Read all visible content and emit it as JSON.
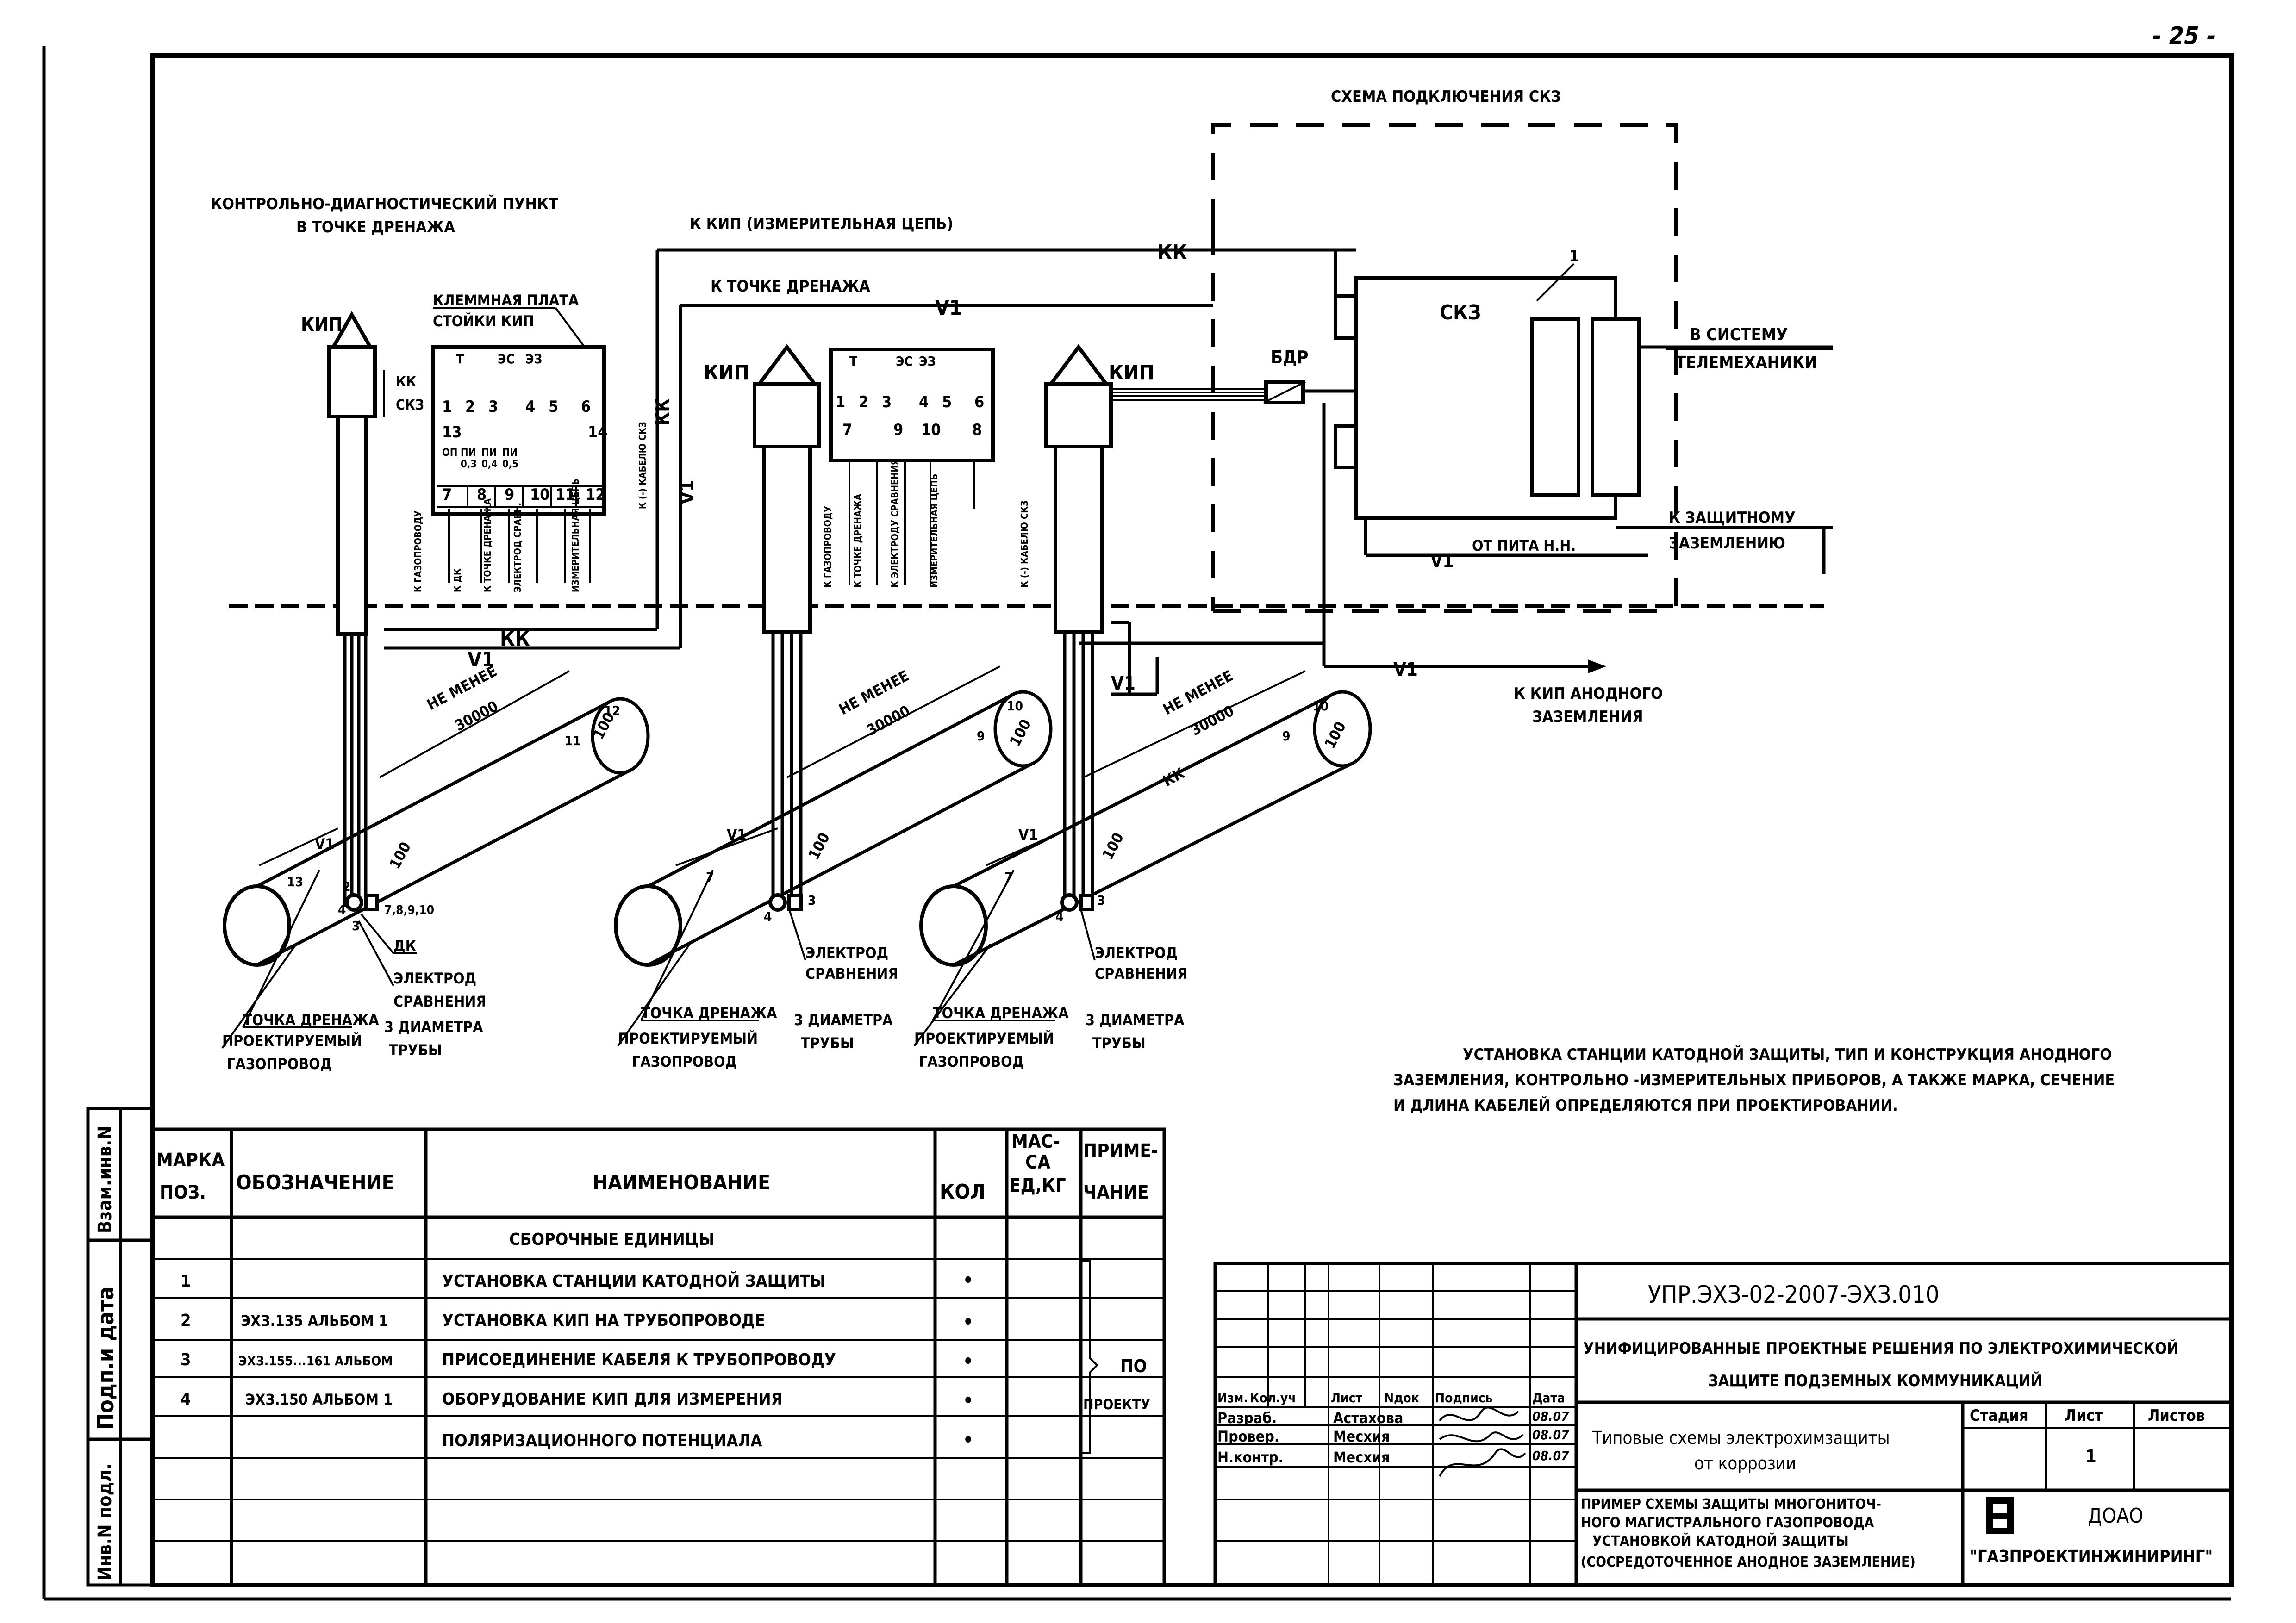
{
  "sheet_number": "- 25 -",
  "title_left": "КОНТРОЛЬНО-ДИАГНОСТИЧЕСКИЙ ПУНКТ",
  "title_left_2": "В ТОЧКЕ ДРЕНАЖА",
  "scheme_title": "СХЕМА ПОДКЛЮЧЕНИЯ СКЗ",
  "labels": {
    "kip": "КИП",
    "kk": "КК",
    "v1": "V1",
    "skz": "СКЗ",
    "bdr": "БДР",
    "to_kip_meas": "К КИП (ИЗМЕРИТЕЛЬНАЯ ЦЕПЬ)",
    "to_drain": "К ТОЧКЕ ДРЕНАЖА",
    "terminal_board": "КЛЕММНАЯ ПЛАТА",
    "terminal_board_2": "СТОЙКИ КИП",
    "to_telemech_1": "В СИСТЕМУ",
    "to_telemech_2": "ТЕЛЕМЕХАНИКИ",
    "to_ground_1": "К ЗАЩИТНОМУ",
    "to_ground_2": "ЗАЗЕМЛЕНИЮ",
    "from_power": "ОТ ПИТА Н.Н.",
    "to_anode_1": "К КИП АНОДНОГО",
    "to_anode_2": "ЗАЗЕМЛЕНИЯ",
    "not_less": "НЕ МЕНЕЕ",
    "dist": "30000",
    "d100": "100",
    "electrode_1": "ЭЛЕКТРОД",
    "electrode_2": "СРАВНЕНИЯ",
    "drain_point": "ТОЧКА ДРЕНАЖА",
    "designed_1": "ПРОЕКТИРУЕМЫЙ",
    "designed_2": "ГАЗОПРОВОД",
    "three_diam_1": "3 ДИАМЕТРА",
    "three_diam_2": "ТРУБЫ",
    "dk": "ДК",
    "pos_7_10": "7,8,9,10",
    "skz_kk": "СКЗ",
    "t": "Т",
    "zs": "ЭС",
    "ez": "ЭЗ"
  },
  "note": [
    "УСТАНОВКА СТАНЦИИ КАТОДНОЙ ЗАЩИТЫ, ТИП И КОНСТРУКЦИЯ АНОДНОГО",
    "ЗАЗЕМЛЕНИЯ, КОНТРОЛЬНО -ИЗМЕРИТЕЛЬНЫХ ПРИБОРОВ, А ТАКЖЕ МАРКА, СЕЧЕНИЕ",
    "И ДЛИНА КАБЕЛЕЙ ОПРЕДЕЛЯЮТСЯ ПРИ ПРОЕКТИРОВАНИИ."
  ],
  "spec": {
    "headers": [
      "МАРКА ПОЗ.",
      "ОБОЗНАЧЕНИЕ",
      "НАИМЕНОВАНИЕ",
      "КОЛ",
      "МАС-СА ЕД,КГ",
      "ПРИМЕ-ЧАНИЕ"
    ],
    "section": "СБОРОЧНЫЕ ЕДИНИЦЫ",
    "rows": [
      {
        "pos": "1",
        "code": "",
        "name": "УСТАНОВКА СТАНЦИИ КАТОДНОЙ ЗАЩИТЫ",
        "qty": "•"
      },
      {
        "pos": "2",
        "code": "ЭХЗ.135 АЛЬБОМ 1",
        "name": "УСТАНОВКА КИП НА ТРУБОПРОВОДЕ",
        "qty": "•"
      },
      {
        "pos": "3",
        "code": "ЭХЗ.155...161 АЛЬБОМ",
        "name": "ПРИСОЕДИНЕНИЕ КАБЕЛЯ К ТРУБОПРОВОДУ",
        "qty": "•"
      },
      {
        "pos": "4",
        "code": "ЭХЗ.150 АЛЬБОМ 1",
        "name": "ОБОРУДОВАНИЕ КИП ДЛЯ ИЗМЕРЕНИЯ",
        "qty": "•"
      },
      {
        "pos": "",
        "code": "",
        "name": "ПОЛЯРИЗАЦИОННОГО ПОТЕНЦИАЛА",
        "qty": ""
      }
    ],
    "note_1": "ПО",
    "note_2": "ПРОЕКТУ"
  },
  "side_stamp": [
    "Инв.N подл.",
    "Подп.и дата",
    "Взам.инв.N"
  ],
  "title_block": {
    "code": "УПР.ЭХЗ-02-2007-ЭХЗ.010",
    "doc_title_1": "УНИФИЦИРОВАННЫЕ ПРОЕКТНЫЕ РЕШЕНИЯ ПО ЭЛЕКТРОХИМИЧЕСКОЙ",
    "doc_title_2": "ЗАЩИТЕ ПОДЗЕМНЫХ КОММУНИКАЦИЙ",
    "col_heads": [
      "Изм.",
      "Кол.уч",
      "Лист",
      "Nдок",
      "Подпись",
      "Дата"
    ],
    "roles": [
      "Разраб.",
      "Провер.",
      "Н.контр."
    ],
    "names": [
      "Астахова",
      "Месхия",
      "Месхия"
    ],
    "dates": [
      "08.07",
      "08.07",
      "08.07"
    ],
    "sheet_title_1": "Типовые схемы электрохимзащиты",
    "sheet_title_2": "от коррозии",
    "stage_head": "Стадия",
    "sheet_head": "Лист",
    "sheets_head": "Листов",
    "sheet_value": "1",
    "desc": [
      "ПРИМЕР СХЕМЫ ЗАЩИТЫ МНОГОНИТОЧ-",
      "НОГО МАГИСТРАЛЬНОГО ГАЗОПРОВОДА",
      "УСТАНОВКОЙ КАТОДНОЙ ЗАЩИТЫ",
      "(СОСРЕДОТОЧЕННОЕ АНОДНОЕ ЗАЗЕМЛЕНИЕ)"
    ],
    "org_1": "ДОАО",
    "org_2": "\"ГАЗПРОЕКТИНЖИНИРИНГ\""
  }
}
